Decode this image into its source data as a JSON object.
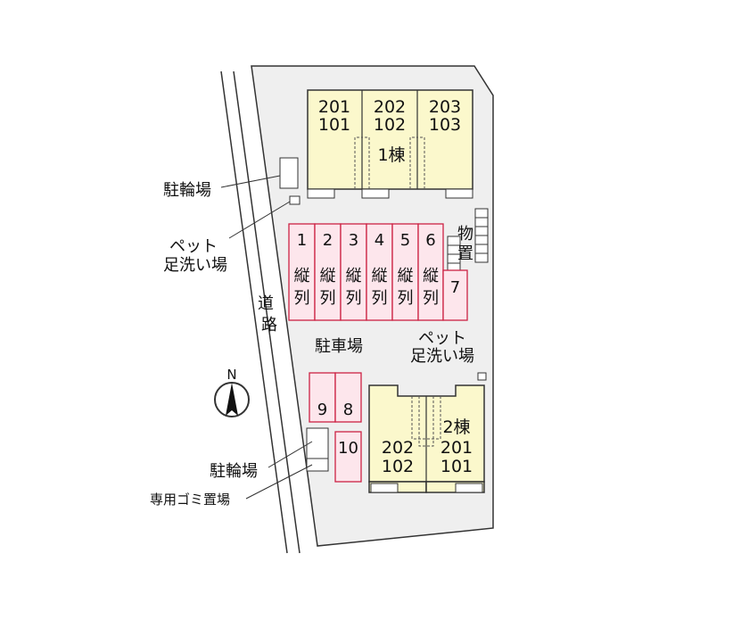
{
  "colors": {
    "site": "#efefef",
    "building": "#fbf8cc",
    "parking": "#fde6ec",
    "parking_border": "#cc2244",
    "outline": "#333333"
  },
  "building1": {
    "label": "1棟",
    "units": [
      {
        "upper": "201",
        "lower": "101"
      },
      {
        "upper": "202",
        "lower": "102"
      },
      {
        "upper": "203",
        "lower": "103"
      }
    ]
  },
  "building2": {
    "label": "2棟",
    "units": [
      {
        "upper": "202",
        "lower": "102"
      },
      {
        "upper": "201",
        "lower": "101"
      }
    ]
  },
  "parking": {
    "top_row": [
      "1",
      "2",
      "3",
      "4",
      "5",
      "6"
    ],
    "side": "7",
    "orientation_text": "縦列",
    "bottom_pair": [
      "9",
      "8"
    ],
    "bottom_single": "10",
    "area_label": "駐車場"
  },
  "labels": {
    "storage": "物置",
    "road": "道路",
    "bicycle_top": "駐輪場",
    "bicycle_bottom": "駐輪場",
    "pet_wash_left_1": "ペット",
    "pet_wash_left_2": "足洗い場",
    "pet_wash_right_1": "ペット",
    "pet_wash_right_2": "足洗い場",
    "garbage": "専用ゴミ置場",
    "north": "N"
  },
  "icons": {
    "compass": "north-arrow-icon"
  }
}
